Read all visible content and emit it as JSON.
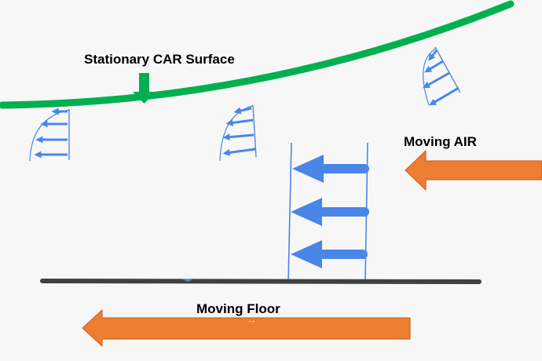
{
  "labels": {
    "car_surface": "Stationary CAR Surface",
    "moving_air": "Moving AIR",
    "moving_floor": "Moving Floor"
  },
  "colors": {
    "car_surface": "#00b050",
    "velocity_arrow": "#4a86e8",
    "profile_line": "#4a86e8",
    "flow_arrow": "#ed7d31",
    "flow_arrow_border": "#c55a11",
    "floor": "#404040",
    "background": "#f7f7f7"
  }
}
